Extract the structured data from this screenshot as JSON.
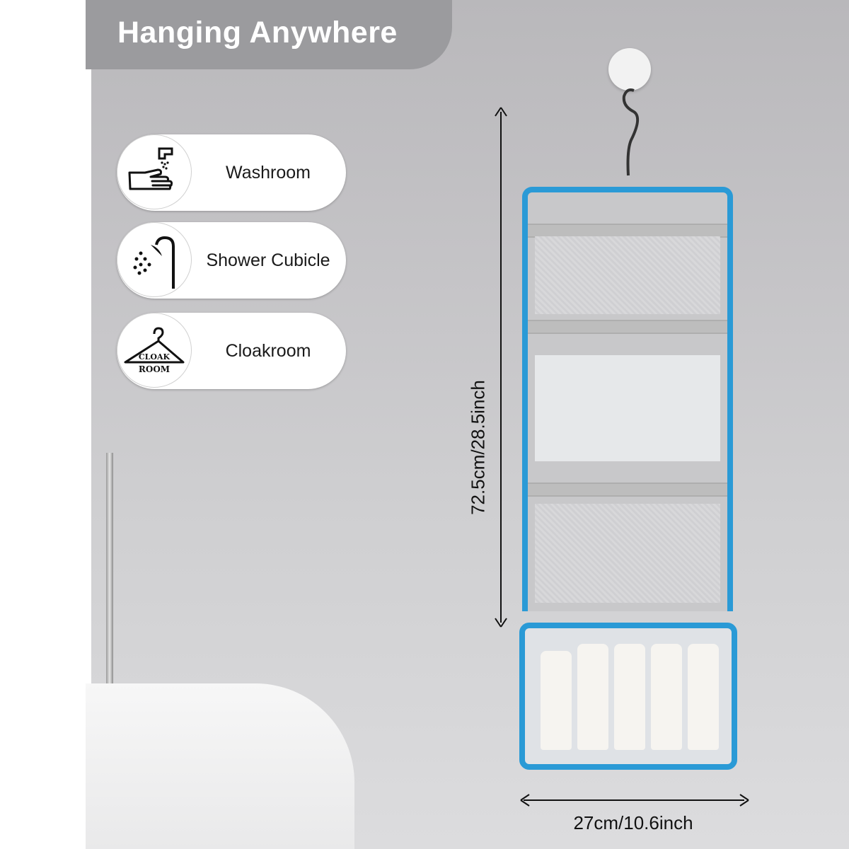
{
  "title": "Hanging Anywhere",
  "features": [
    {
      "label": "Washroom",
      "icon": "hand-wash-icon"
    },
    {
      "label": "Shower Cubicle",
      "icon": "shower-icon"
    },
    {
      "label": "Cloakroom",
      "icon": "cloakroom-hanger-icon",
      "icon_text_1": "CLOAK",
      "icon_text_2": "ROOM"
    }
  ],
  "dimensions": {
    "height": "72.5cm/28.5inch",
    "width": "27cm/10.6inch"
  },
  "colors": {
    "bag_trim": "#2a9ad6",
    "banner": "#9b9b9e"
  }
}
